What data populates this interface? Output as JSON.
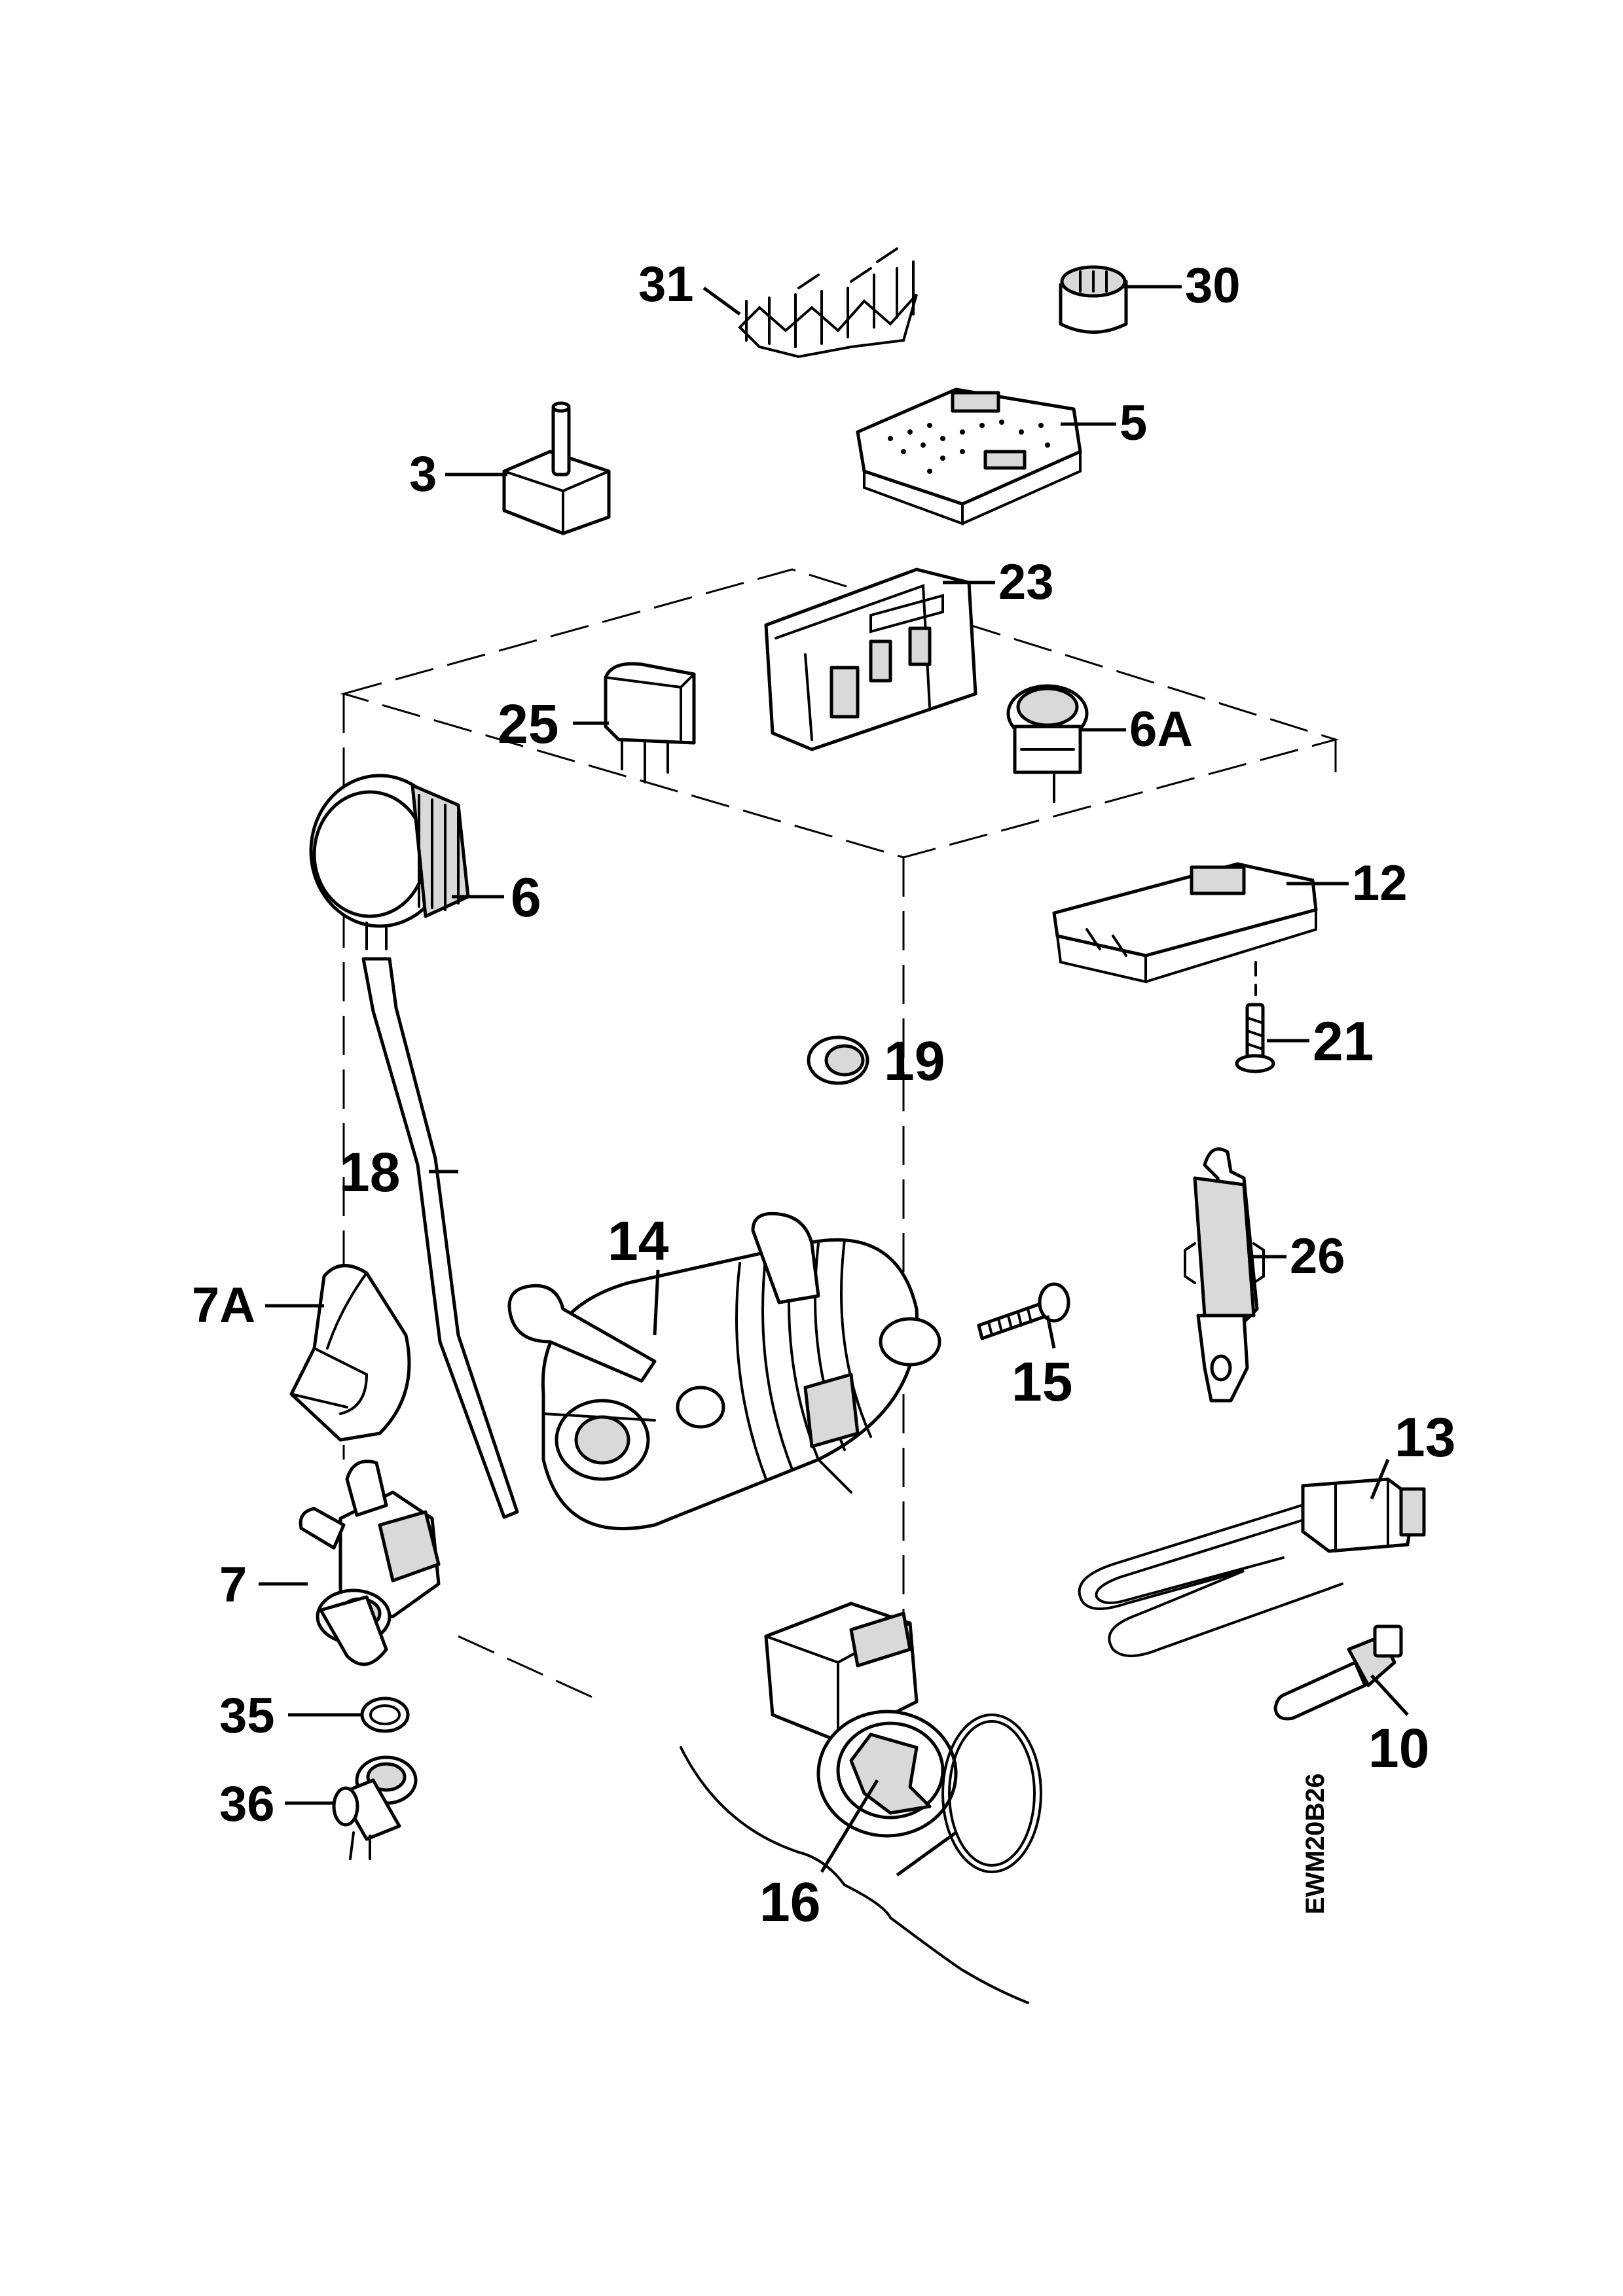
{
  "diagram": {
    "drawing_code": "EWM20B26",
    "callouts": [
      {
        "id": "31",
        "text": "31"
      },
      {
        "id": "30",
        "text": "30"
      },
      {
        "id": "5",
        "text": "5"
      },
      {
        "id": "3",
        "text": "3"
      },
      {
        "id": "23",
        "text": "23"
      },
      {
        "id": "25",
        "text": "25"
      },
      {
        "id": "6A",
        "text": "6A"
      },
      {
        "id": "6",
        "text": "6"
      },
      {
        "id": "12",
        "text": "12"
      },
      {
        "id": "21",
        "text": "21"
      },
      {
        "id": "19",
        "text": "19"
      },
      {
        "id": "18",
        "text": "18"
      },
      {
        "id": "14",
        "text": "14"
      },
      {
        "id": "26",
        "text": "26"
      },
      {
        "id": "7A",
        "text": "7A"
      },
      {
        "id": "15",
        "text": "15"
      },
      {
        "id": "13",
        "text": "13"
      },
      {
        "id": "7",
        "text": "7"
      },
      {
        "id": "35",
        "text": "35"
      },
      {
        "id": "10",
        "text": "10"
      },
      {
        "id": "36",
        "text": "36"
      },
      {
        "id": "16",
        "text": "16"
      }
    ]
  }
}
